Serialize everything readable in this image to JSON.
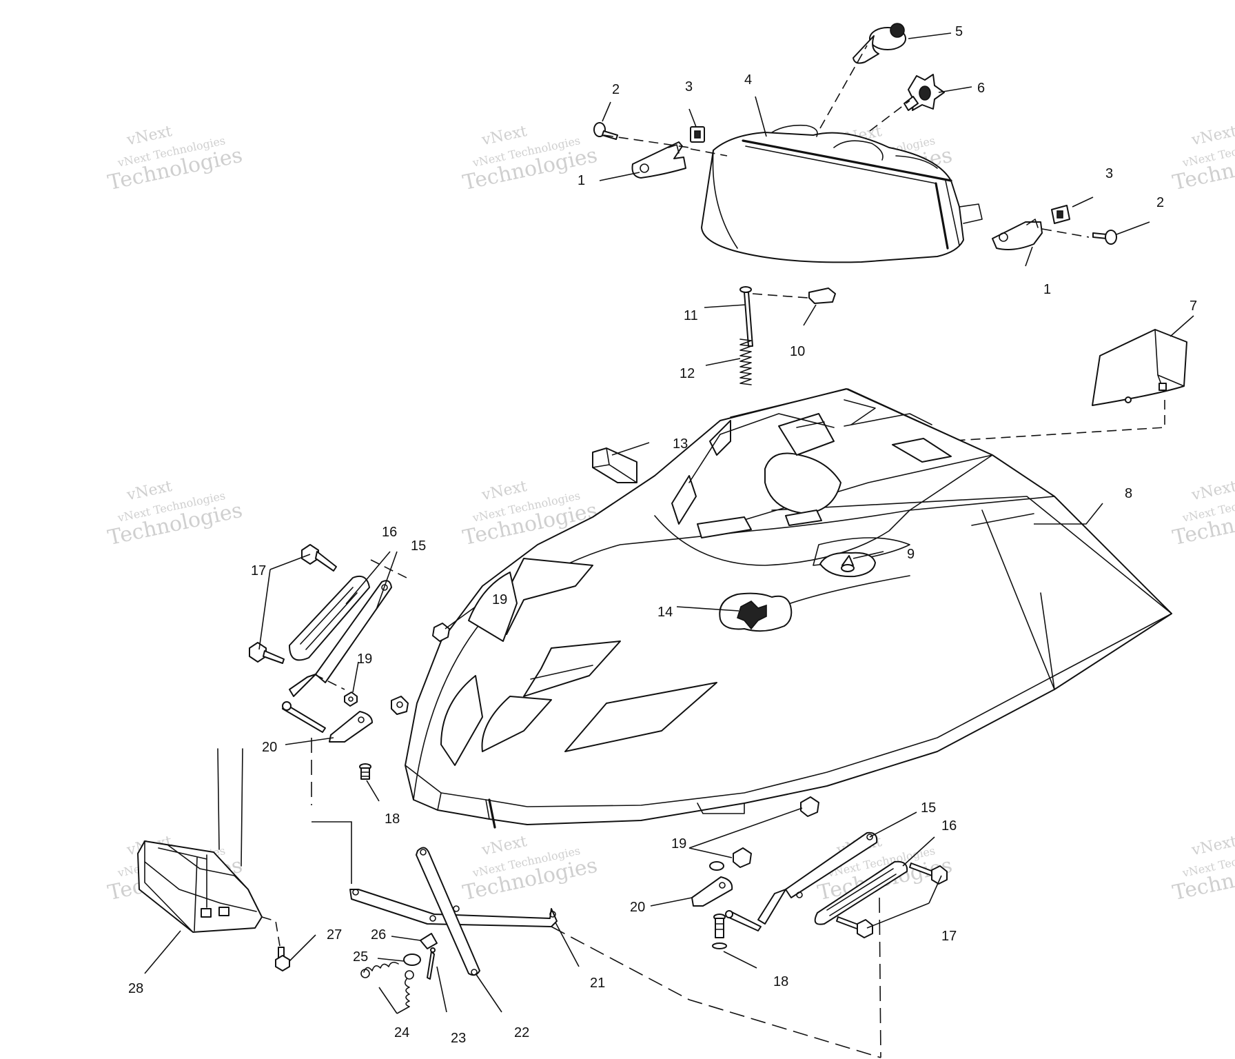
{
  "watermark": {
    "line1": "vNext",
    "line2": "vNext Technologies",
    "line3": "Technologies"
  },
  "callouts": [
    {
      "id": "c1a",
      "text": "1"
    },
    {
      "id": "c1b",
      "text": "1"
    },
    {
      "id": "c2a",
      "text": "2"
    },
    {
      "id": "c2b",
      "text": "2"
    },
    {
      "id": "c3a",
      "text": "3"
    },
    {
      "id": "c3b",
      "text": "3"
    },
    {
      "id": "c4",
      "text": "4"
    },
    {
      "id": "c5",
      "text": "5"
    },
    {
      "id": "c6",
      "text": "6"
    },
    {
      "id": "c7",
      "text": "7"
    },
    {
      "id": "c8",
      "text": "8"
    },
    {
      "id": "c9",
      "text": "9"
    },
    {
      "id": "c10",
      "text": "10"
    },
    {
      "id": "c11",
      "text": "11"
    },
    {
      "id": "c12",
      "text": "12"
    },
    {
      "id": "c13",
      "text": "13"
    },
    {
      "id": "c14",
      "text": "14"
    },
    {
      "id": "c15a",
      "text": "15"
    },
    {
      "id": "c15b",
      "text": "15"
    },
    {
      "id": "c16a",
      "text": "16"
    },
    {
      "id": "c16b",
      "text": "16"
    },
    {
      "id": "c17a",
      "text": "17"
    },
    {
      "id": "c17b",
      "text": "17"
    },
    {
      "id": "c18a",
      "text": "18"
    },
    {
      "id": "c18b",
      "text": "18"
    },
    {
      "id": "c19a",
      "text": "19"
    },
    {
      "id": "c19b",
      "text": "19"
    },
    {
      "id": "c19c",
      "text": "19"
    },
    {
      "id": "c20a",
      "text": "20"
    },
    {
      "id": "c20b",
      "text": "20"
    },
    {
      "id": "c21",
      "text": "21"
    },
    {
      "id": "c22",
      "text": "22"
    },
    {
      "id": "c23",
      "text": "23"
    },
    {
      "id": "c24",
      "text": "24"
    },
    {
      "id": "c25",
      "text": "25"
    },
    {
      "id": "c26",
      "text": "26"
    },
    {
      "id": "c27",
      "text": "27"
    },
    {
      "id": "c28",
      "text": "28"
    }
  ]
}
